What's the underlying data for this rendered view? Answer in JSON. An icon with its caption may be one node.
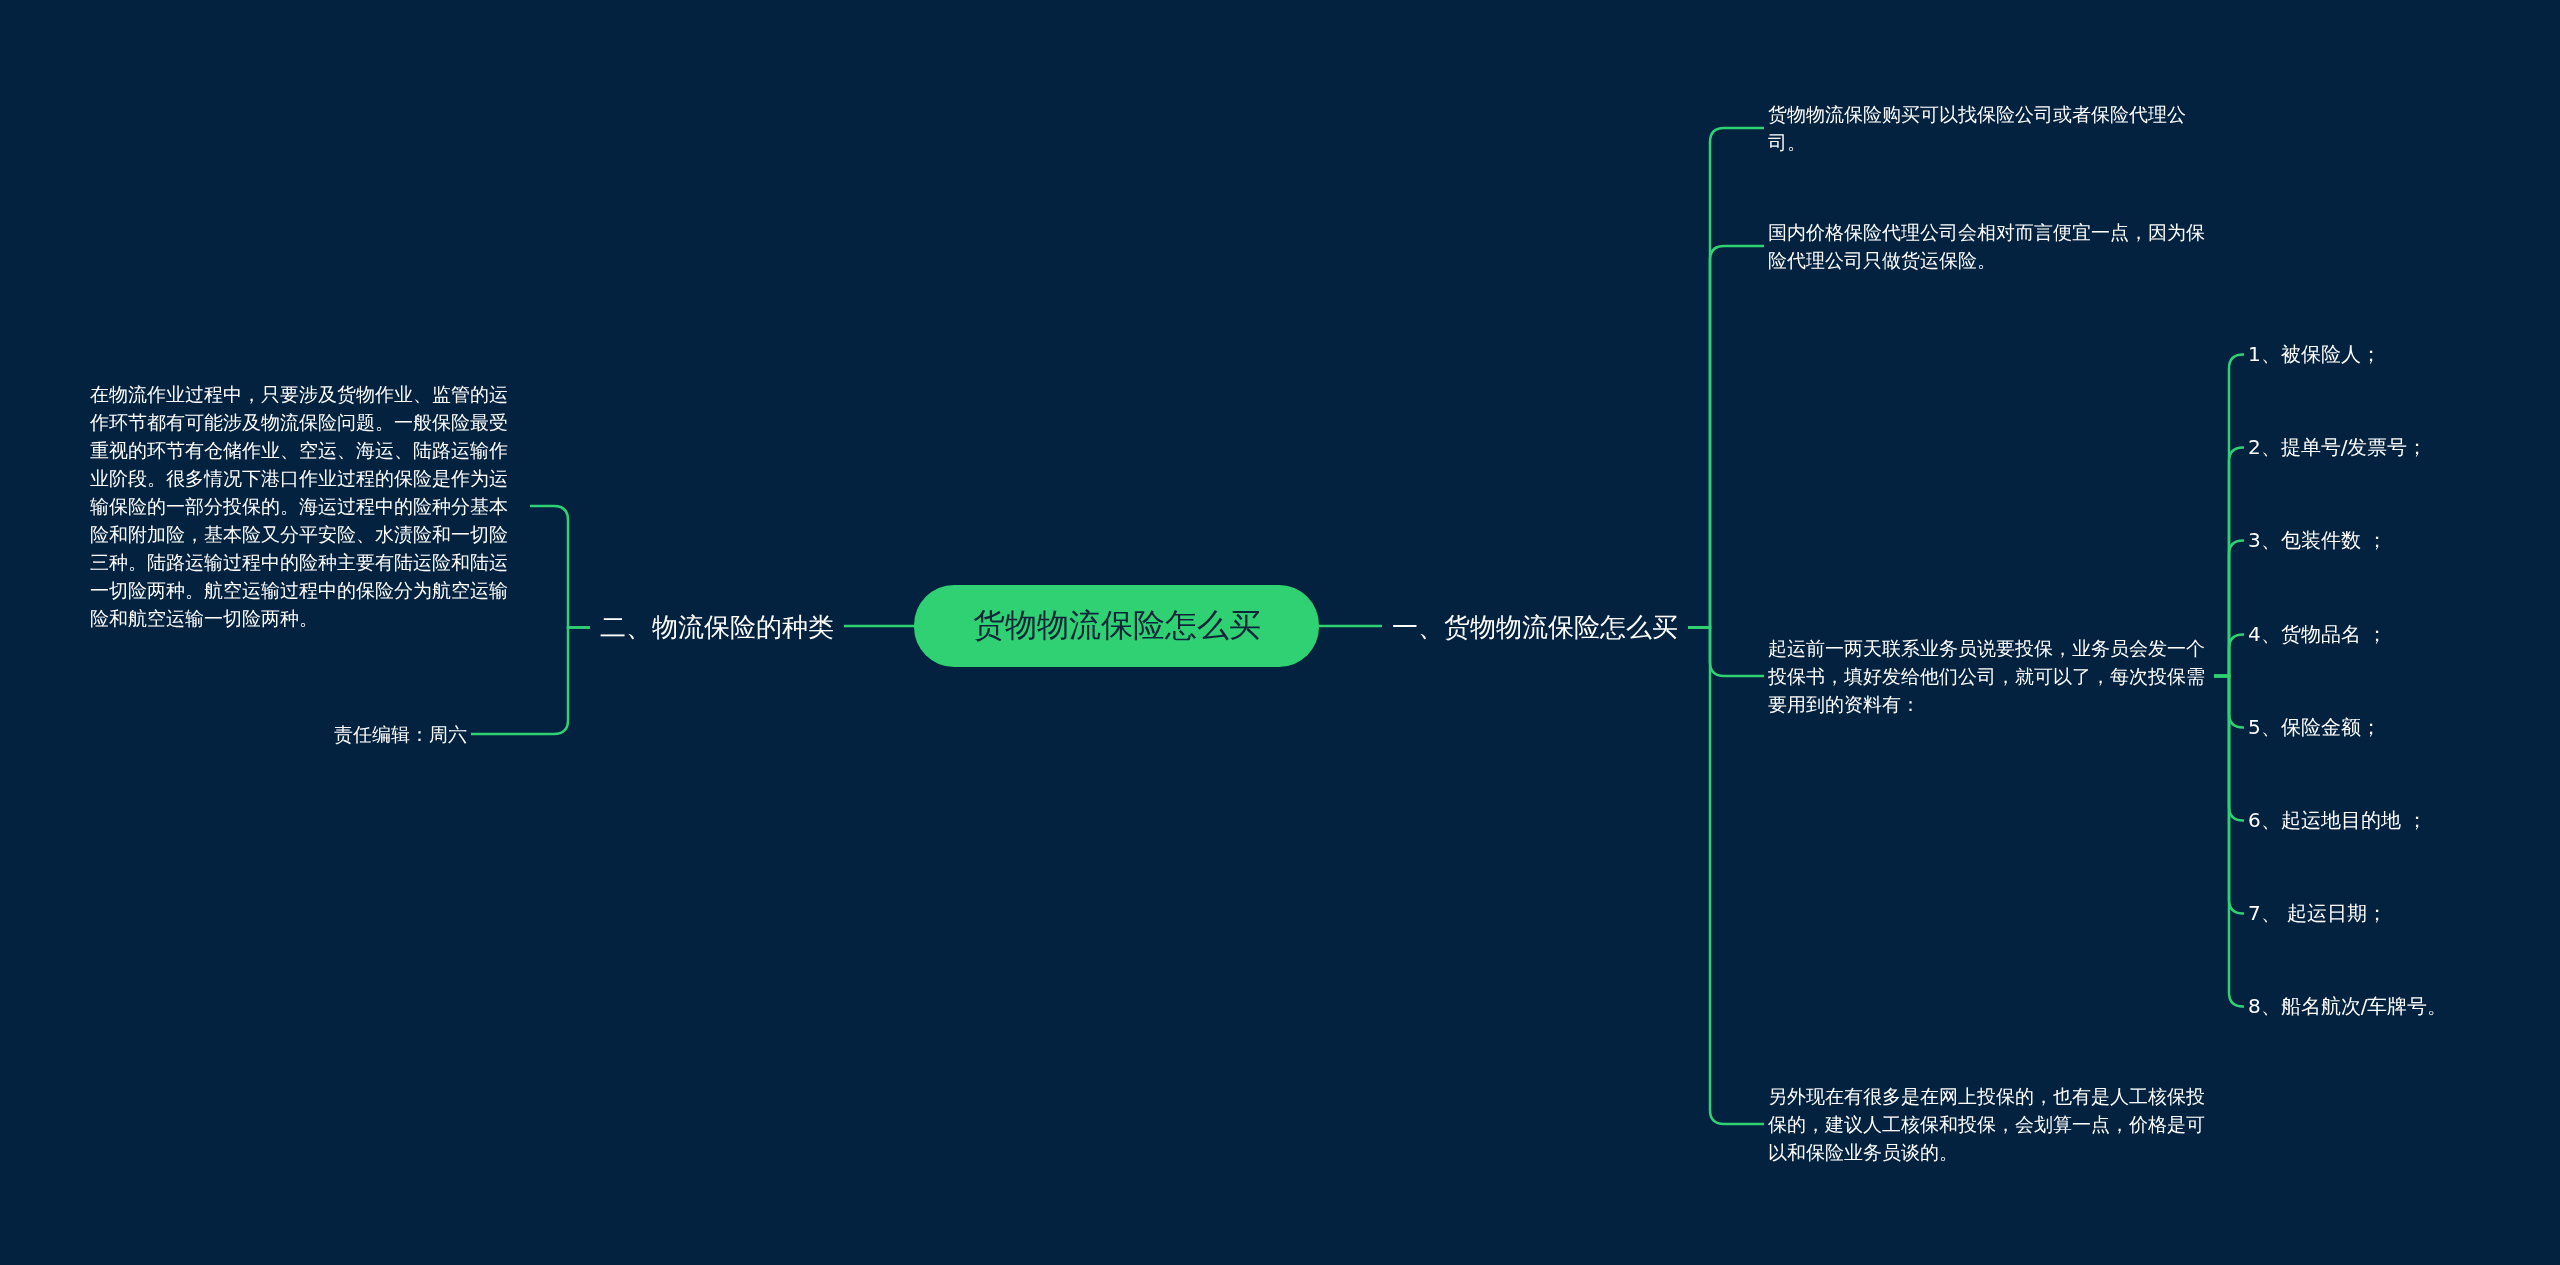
{
  "diagram": {
    "nodes": [
      {
        "text": [
          "货物物流保险怎么买"
        ]
      },
      {
        "text": [
          "一、货物物流保险怎么买"
        ]
      },
      {
        "text": [
          "货物物流保险购买可以找保险公司或者保险代理公司。"
        ]
      },
      {
        "text": [
          "国内价格保险代理公司会相对而言便宜一点，因为保险代理公司只做货运保险。"
        ]
      },
      {
        "text": [
          "起运前一两天联系业务员说要投保，业务员会发一个投保书，填好发给他们公司，就可以了，每次投保需要用到的资料有："
        ]
      },
      {
        "text": [
          "另外现在有很多是在网上投保的，也有是人工核保投保的，建议人工核保和投保，会划算一点，价格是可以和保险业务员谈的。"
        ]
      },
      {
        "text": [
          "1、被保险人；"
        ]
      },
      {
        "text": [
          "2、提单号/发票号；"
        ]
      },
      {
        "text": [
          "3、包装件数 ；"
        ]
      },
      {
        "text": [
          "4、货物品名 ；"
        ]
      },
      {
        "text": [
          "5、保险金额；"
        ]
      },
      {
        "text": [
          "6、起运地目的地 ；"
        ]
      },
      {
        "text": [
          "7、 起运日期；"
        ]
      },
      {
        "text": [
          "8、船名航次/车牌号。"
        ]
      },
      {
        "text": [
          "二、物流保险的种类"
        ]
      },
      {
        "text": [
          "在物流作业过程中，只要涉及货物作业、监管的运作环节都有可能涉及物流保险问题。一般保险最受重视的环节有仓储作业、空运、海运、陆路运输作业阶段。很多情况下港口作业过程的保险是作为运输保险的一部分投保的。海运过程中的险种分基本险和附加险，基本险又分平安险、水渍险和一切险三种。陆路运输过程中的险种主要有陆运险和陆运一切险两种。航空运输过程中的保险分为航空运输险和航空运输一切险两种。"
        ]
      },
      {
        "text": [
          "责任编辑：周六"
        ]
      }
    ],
    "edges": [
      {
        "from": 0,
        "to": 1,
        "arrow": "none"
      },
      {
        "from": 1,
        "to": 2,
        "arrow": "none"
      },
      {
        "from": 1,
        "to": 3,
        "arrow": "none"
      },
      {
        "from": 1,
        "to": 4,
        "arrow": "none"
      },
      {
        "from": 1,
        "to": 5,
        "arrow": "none"
      },
      {
        "from": 4,
        "to": 6,
        "arrow": "none"
      },
      {
        "from": 4,
        "to": 7,
        "arrow": "none"
      },
      {
        "from": 4,
        "to": 8,
        "arrow": "none"
      },
      {
        "from": 4,
        "to": 9,
        "arrow": "none"
      },
      {
        "from": 4,
        "to": 10,
        "arrow": "none"
      },
      {
        "from": 4,
        "to": 11,
        "arrow": "none"
      },
      {
        "from": 4,
        "to": 12,
        "arrow": "none"
      },
      {
        "from": 4,
        "to": 13,
        "arrow": "none"
      },
      {
        "from": 0,
        "to": 14,
        "arrow": "none"
      },
      {
        "from": 14,
        "to": 15,
        "arrow": "none"
      },
      {
        "from": 14,
        "to": 16,
        "arrow": "none"
      }
    ]
  }
}
